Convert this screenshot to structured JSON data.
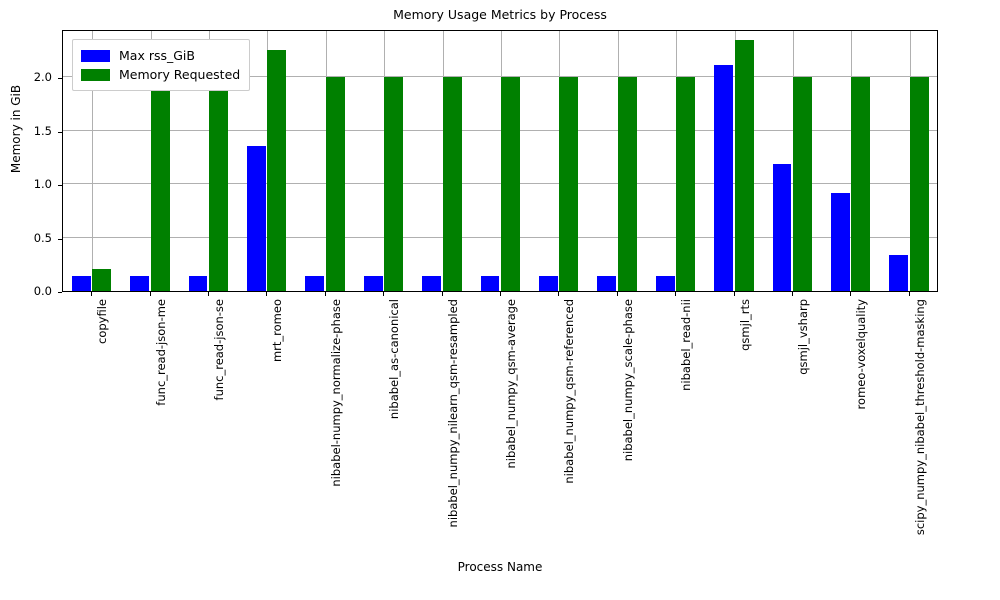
{
  "chart_data": {
    "type": "bar",
    "title": "Memory Usage Metrics by Process",
    "xlabel": "Process Name",
    "ylabel": "Memory in GiB",
    "ylim": [
      0,
      2.45
    ],
    "yticks": [
      0.0,
      0.5,
      1.0,
      1.5,
      2.0
    ],
    "ytick_labels": [
      "0.0",
      "0.5",
      "1.0",
      "1.5",
      "2.0"
    ],
    "grid": true,
    "legend_position": "upper left",
    "categories": [
      "copyfile",
      "func_read-json-me",
      "func_read-json-se",
      "mrt_romeo",
      "nibabel-numpy_normalize-phase",
      "nibabel_as-canonical",
      "nibabel_numpy_nilearn_qsm-resampled",
      "nibabel_numpy_qsm-average",
      "nibabel_numpy_qsm-referenced",
      "nibabel_numpy_scale-phase",
      "nibabel_read-nii",
      "qsmjl_rts",
      "qsmjl_vsharp",
      "romeo-voxelquality",
      "scipy_numpy_nibabel_threshold-masking"
    ],
    "series": [
      {
        "name": "Max rss_GiB",
        "color": "#0000ff",
        "values": [
          0.145,
          0.145,
          0.145,
          1.36,
          0.145,
          0.145,
          0.145,
          0.145,
          0.145,
          0.145,
          0.145,
          2.11,
          1.19,
          0.92,
          0.34
        ]
      },
      {
        "name": "Memory Requested",
        "color": "#008000",
        "values": [
          0.21,
          2.0,
          2.0,
          2.25,
          2.0,
          2.0,
          2.0,
          2.0,
          2.0,
          2.0,
          2.0,
          2.35,
          2.0,
          2.0,
          2.0
        ]
      }
    ]
  }
}
